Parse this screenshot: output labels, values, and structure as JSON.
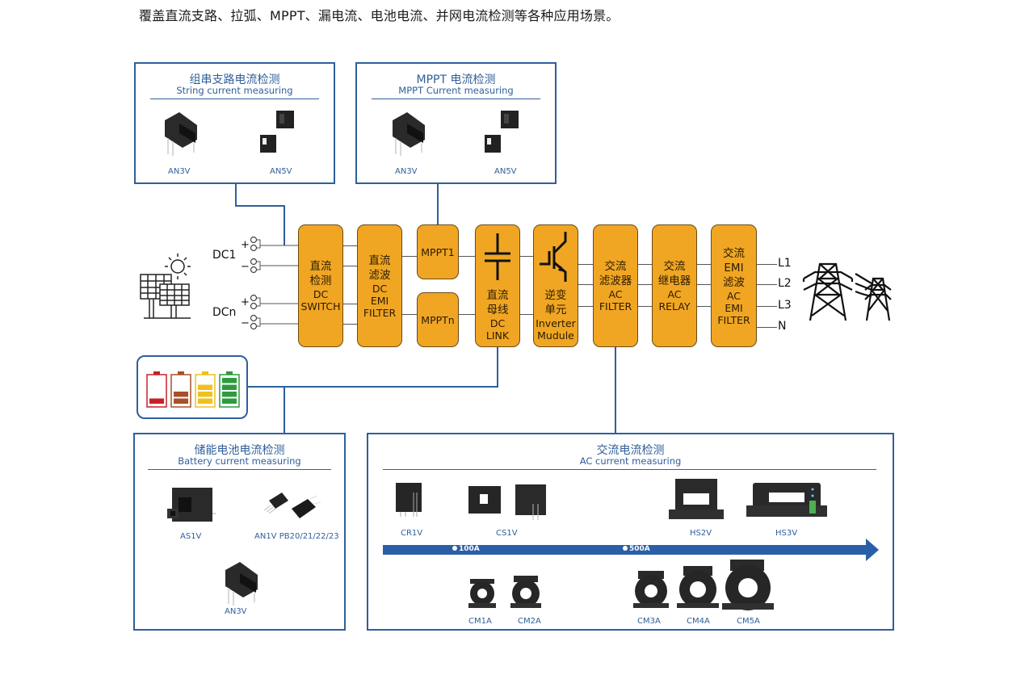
{
  "headline": "覆盖直流支路、拉弧、MPPT、漏电流、电池电流、并网电流检测等各种应用场景。",
  "panels": {
    "string": {
      "title_cn": "组串支路电流检测",
      "title_en": "String current measuring",
      "products": [
        {
          "name": "AN3V",
          "icon": "sensor-an3v"
        },
        {
          "name": "AN5V",
          "icon": "sensor-an5v"
        }
      ]
    },
    "mppt": {
      "title_cn": "MPPT 电流检测",
      "title_en": "MPPT Current measuring",
      "products": [
        {
          "name": "AN3V",
          "icon": "sensor-an3v"
        },
        {
          "name": "AN5V",
          "icon": "sensor-an5v"
        }
      ]
    },
    "battery": {
      "title_cn": "储能电池电流检测",
      "title_en": "Battery current measuring",
      "products": [
        {
          "name": "AS1V",
          "icon": "sensor-as1v"
        },
        {
          "name": "AN1V PB20/21/22/23",
          "icon": "sensor-an1v"
        },
        {
          "name": "AN3V",
          "icon": "sensor-an3v"
        }
      ]
    },
    "ac": {
      "title_cn": "交流电流检测",
      "title_en": "AC current measuring",
      "top_products": [
        {
          "name": "CR1V"
        },
        {
          "name": "CS1V"
        },
        {
          "name": "HS2V"
        },
        {
          "name": "HS3V"
        }
      ],
      "bottom_products": [
        {
          "name": "CM1A"
        },
        {
          "name": "CM2A"
        },
        {
          "name": "CM3A"
        },
        {
          "name": "CM4A"
        },
        {
          "name": "CM5A"
        }
      ],
      "scale_marks": [
        "100A",
        "500A"
      ],
      "accent": "#2a5fa8"
    }
  },
  "inputs": {
    "dc1": "DC1",
    "dcn": "DCn",
    "plus": "+",
    "minus": "−"
  },
  "blocks": {
    "dc_switch": {
      "cn": [
        "直流",
        "检测"
      ],
      "en": [
        "DC",
        "SWITCH"
      ]
    },
    "dc_emi": {
      "cn": [
        "直流",
        "滤波"
      ],
      "en": [
        "DC",
        "EMI",
        "FILTER"
      ]
    },
    "mppt1": {
      "en": [
        "MPPT1"
      ]
    },
    "mpptn": {
      "en": [
        "MPPTn"
      ]
    },
    "dc_link": {
      "cn": [
        "直流",
        "母线"
      ],
      "en": [
        "DC",
        "LINK"
      ]
    },
    "inverter": {
      "cn": [
        "逆变",
        "单元"
      ],
      "en": [
        "Inverter",
        "Mudule"
      ]
    },
    "ac_filter": {
      "cn": [
        "交流",
        "滤波器"
      ],
      "en": [
        "AC",
        "FILTER"
      ]
    },
    "ac_relay": {
      "cn": [
        "交流",
        "继电器"
      ],
      "en": [
        "AC",
        "RELAY"
      ]
    },
    "ac_emi": {
      "cn": [
        "交流",
        "EMI",
        "滤波"
      ],
      "en": [
        "AC",
        "EMI",
        "FILTER"
      ]
    }
  },
  "outputs": [
    "L1",
    "L2",
    "L3",
    "N"
  ],
  "battery_levels": [
    {
      "level": 0.25,
      "color": "#c8202a"
    },
    {
      "level": 0.5,
      "color": "#a8502a"
    },
    {
      "level": 0.75,
      "color": "#f0c020"
    },
    {
      "level": 1.0,
      "color": "#2e9a3e"
    }
  ],
  "colors": {
    "block_fill": "#f0a623",
    "panel_border": "#2f5f9a"
  }
}
